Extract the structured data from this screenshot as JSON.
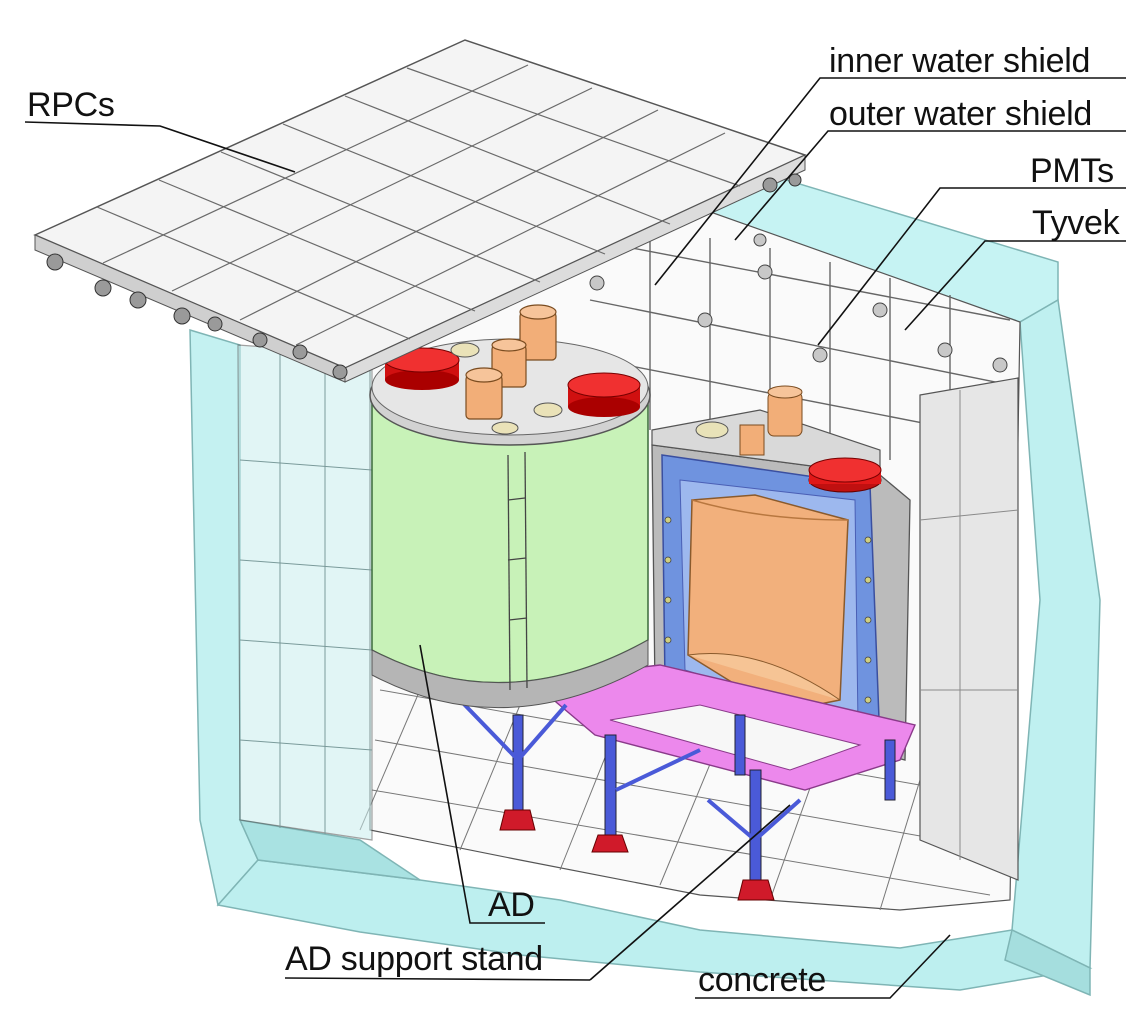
{
  "labels": {
    "rpcs": "RPCs",
    "inner_water_shield": "inner water shield",
    "outer_water_shield": "outer water shield",
    "pmts": "PMTs",
    "tyvek": "Tyvek",
    "ad": "AD",
    "ad_support_stand": "AD support stand",
    "concrete": "concrete"
  },
  "colors": {
    "concrete": "#bff0f0",
    "rpc_panel": "#f4f4f4",
    "ad_vessel": "#c8f2b8",
    "inner_vessel": "#f2b07c",
    "acrylic": "#6a8ee0",
    "calibration_units": "#e01818",
    "support_stand": "#ec88ec",
    "legs": "#4a5ad8",
    "leader_lines": "#111111"
  }
}
